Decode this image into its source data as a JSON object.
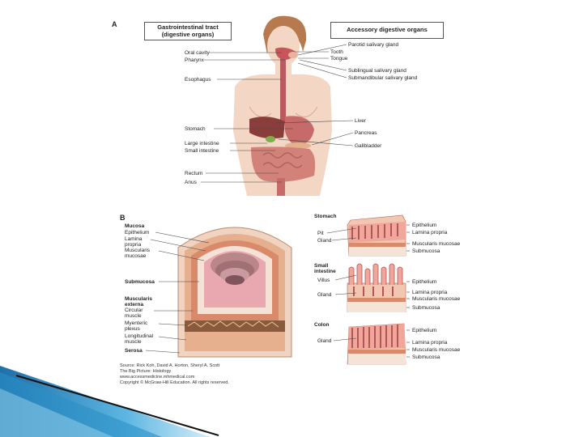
{
  "panel_a": {
    "letter": "A",
    "left_header": [
      "Gastrointestinal tract",
      "(digestive organs)"
    ],
    "right_header": "Accessory digestive organs",
    "left_labels": [
      "Oral cavity",
      "Pharynx",
      "Esophagus",
      "Stomach",
      "Large intestine",
      "Small intestine",
      "Rectum",
      "Anus"
    ],
    "right_labels": [
      "Parotid salivary gland",
      "Tooth",
      "Tongue",
      "Sublingual salivary gland",
      "Submandibular salivary gland",
      "Liver",
      "Pancreas",
      "Gallbladder"
    ]
  },
  "panel_b": {
    "letter": "B",
    "mucosa_title": "Mucosa",
    "mucosa_items": [
      "Epithelium",
      "Lamina propria",
      "Muscularis mucosae"
    ],
    "submucosa": "Submucosa",
    "muscularis_title": "Muscularis externa",
    "muscularis_items": [
      "Circular muscle",
      "Myenteric plexus",
      "Longitudinal muscle"
    ],
    "serosa": "Serosa",
    "source": [
      "Source: Rick Koh, David A. Horton, Sheryl A. Scott",
      "The Big Picture: Histology",
      "www.accessmedicine.mhmedical.com",
      "Copyright © McGraw-Hill Education. All rights reserved."
    ]
  },
  "panel_c": {
    "stomach": {
      "title": "Stomach",
      "left": [
        "Pit",
        "Gland"
      ],
      "right": [
        "Epithelium",
        "Lamina propria",
        "Muscularis mucosae",
        "Submucosa"
      ]
    },
    "small_intestine": {
      "title": "Small intestine",
      "left": [
        "Villus",
        "Gland"
      ],
      "right": [
        "Epithelium",
        "Lamina propria",
        "Muscularis mucosae",
        "Submucosa"
      ]
    },
    "colon": {
      "title": "Colon",
      "left": [
        "Gland"
      ],
      "right": [
        "Epithelium",
        "Lamina propria",
        "Muscularis mucosae",
        "Submucosa"
      ]
    }
  },
  "colors": {
    "skin": "#f3d7c4",
    "tract": "#c76a6a",
    "mucosa_pink": "#e9a8b0",
    "muscle": "#d98a6a",
    "slide_accent": "#2a8fc6"
  }
}
